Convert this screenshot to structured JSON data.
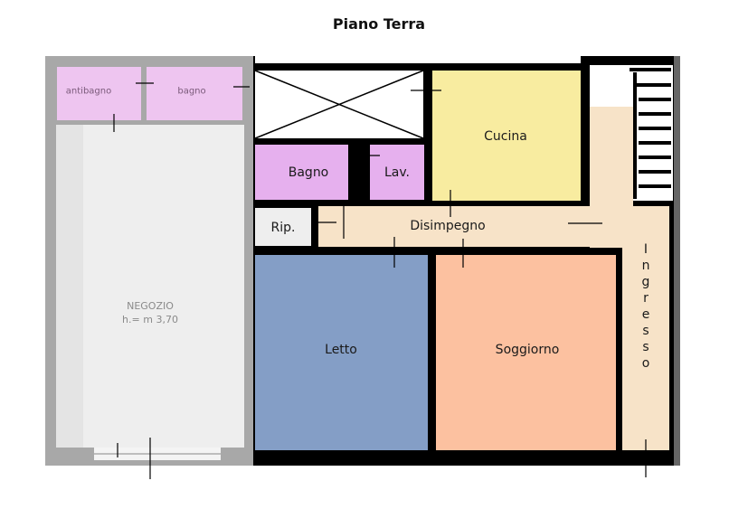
{
  "title": "Piano Terra",
  "rooms": {
    "antibagno": "antibagno",
    "bagno_small": "bagno",
    "negozio": "NEGOZIO",
    "negozio_height": "h.= m 3,70",
    "bagno": "Bagno",
    "lav": "Lav.",
    "cucina": "Cucina",
    "rip": "Rip.",
    "disimpegno": "Disimpegno",
    "letto": "Letto",
    "soggiorno": "Soggiorno",
    "ingresso": "Ingresso"
  },
  "colors": {
    "wall": "#000000",
    "shop_wall": "#a8a8a8",
    "shop_floor": "#eeeeee",
    "pink_room": "#eec5f0",
    "bagno_room": "#e6b0ee",
    "cucina": "#f8eca0",
    "corridor": "#f7e3c8",
    "letto": "#849ec6",
    "soggiorno": "#fcc1a0",
    "ripostiglio": "#eeeeee"
  }
}
